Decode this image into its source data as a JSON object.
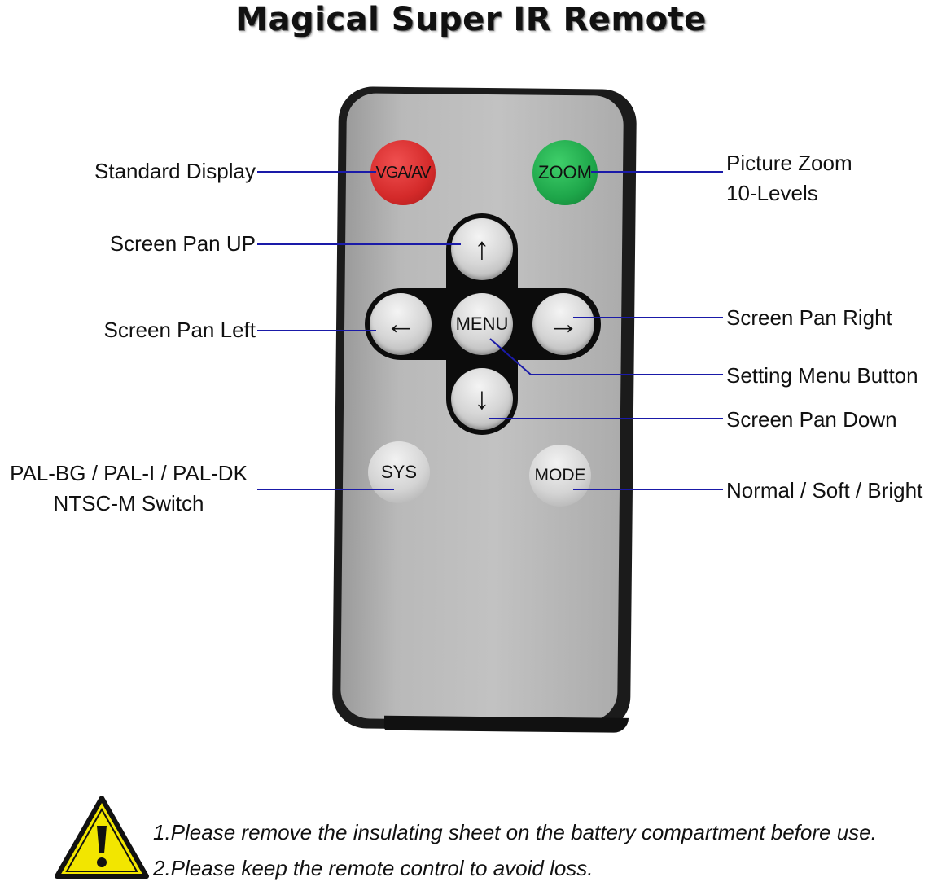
{
  "title": "Magical Super IR Remote",
  "remote": {
    "buttons": {
      "vga_av": "VGA/AV",
      "zoom": "ZOOM",
      "up": "↑",
      "down": "↓",
      "left": "←",
      "right": "→",
      "menu": "MENU",
      "sys": "SYS",
      "mode": "MODE"
    },
    "colors": {
      "vga_av": "#d42a2a",
      "zoom": "#1ea64a",
      "body": "#1b1b1b",
      "face": "#b9b9b9",
      "leader_lines": "#1a1aa8"
    }
  },
  "labels": {
    "standard_display": "Standard Display",
    "picture_zoom": [
      "Picture Zoom",
      "10-Levels"
    ],
    "pan_up": "Screen Pan UP",
    "pan_left": "Screen Pan Left",
    "pan_right": "Screen Pan Right",
    "setting_menu": "Setting Menu Button",
    "pan_down": "Screen Pan Down",
    "sys": [
      "PAL-BG / PAL-I / PAL-DK",
      "NTSC-M Switch"
    ],
    "mode": "Normal / Soft / Bright"
  },
  "warning": {
    "icon": "warning-triangle-icon",
    "notes": [
      "1.Please remove the insulating sheet on the battery compartment before use.",
      "2.Please keep the remote control to avoid loss."
    ]
  }
}
